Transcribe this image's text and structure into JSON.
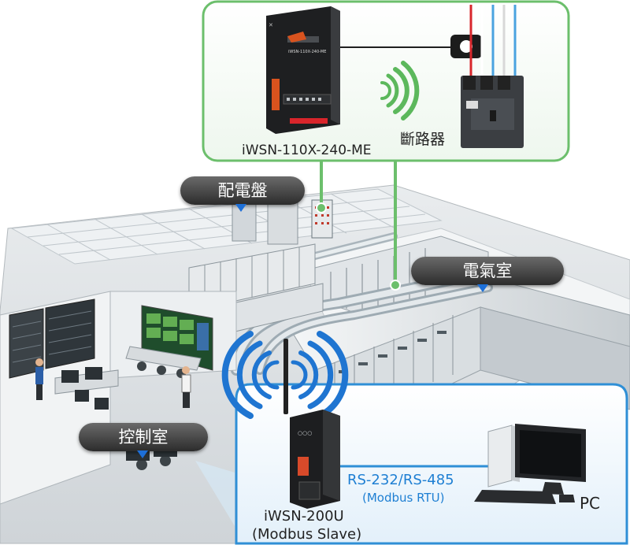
{
  "labels": {
    "sensor_model": "iWSN-110X-240-ME",
    "breaker": "斷路器",
    "gateway_model": "iWSN-200U",
    "gateway_role": "(Modbus Slave)",
    "interface": "RS-232/RS-485",
    "interface_protocol": "(Modbus RTU)",
    "pc": "PC"
  },
  "callouts": {
    "distribution_panel": "配電盤",
    "electrical_room": "電氣室",
    "control_room": "控制室"
  },
  "device_text": {
    "sensor_face": "iWSN-110X-240-ME"
  },
  "colors": {
    "green_frame": "#6cbf6c",
    "blue_frame": "#2f8fd6",
    "blue_text": "#1e7fd3",
    "callout_pointer": "#1d6fd8",
    "wifi_blue": "#1f75d1",
    "wifi_green": "#5cb85c"
  }
}
